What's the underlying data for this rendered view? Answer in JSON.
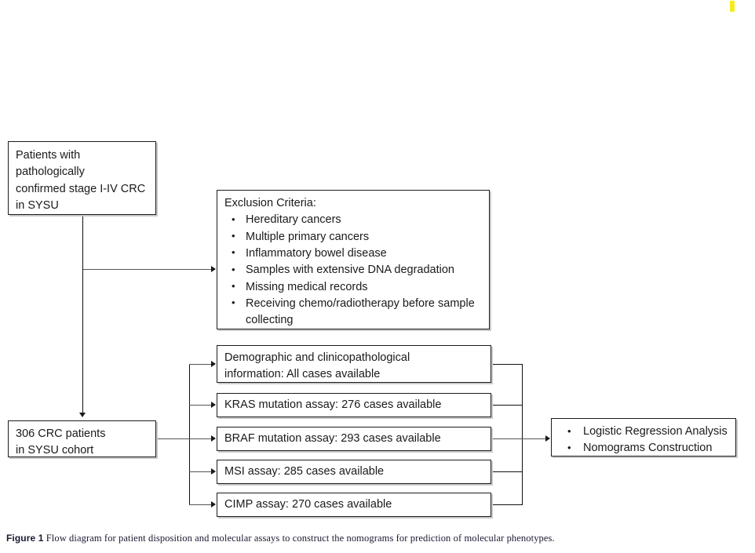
{
  "figure": {
    "caption_label": "Figure 1",
    "caption_text": "Flow diagram for patient disposition and molecular assays to construct the nomograms for prediction of molecular phenotypes."
  },
  "colors": {
    "box_border": "#1c1c1c",
    "box_shadow": "#c9c9c9",
    "connector": "#555555",
    "arrow": "#1a1a1a",
    "highlight_mark": "#f5ec1b",
    "background": "#ffffff",
    "caption_text": "#1b1b33"
  },
  "nodes": {
    "patients": {
      "lines": [
        "Patients with",
        "pathologically",
        "confirmed stage I-IV CRC",
        "in SYSU"
      ]
    },
    "exclusion": {
      "heading": "Exclusion Criteria:",
      "items": [
        "Hereditary cancers",
        "Multiple primary cancers",
        "Inflammatory bowel disease",
        "Samples with extensive DNA degradation",
        "Missing medical records",
        "Receiving chemo/radiotherapy before sample collecting"
      ]
    },
    "cohort": {
      "lines": [
        "306 CRC patients",
        "in SYSU cohort"
      ]
    },
    "assays": [
      {
        "name": "demographic",
        "lines": [
          "Demographic and clinicopathological",
          "information: All cases available"
        ]
      },
      {
        "name": "kras",
        "lines": [
          "KRAS mutation assay: 276 cases available"
        ]
      },
      {
        "name": "braf",
        "lines": [
          "BRAF mutation assay: 293 cases available"
        ]
      },
      {
        "name": "msi",
        "lines": [
          "MSI assay: 285 cases available"
        ]
      },
      {
        "name": "cimp",
        "lines": [
          "CIMP assay: 270 cases available"
        ]
      }
    ],
    "analysis": {
      "items": [
        "Logistic Regression Analysis",
        "Nomograms Construction"
      ]
    }
  }
}
